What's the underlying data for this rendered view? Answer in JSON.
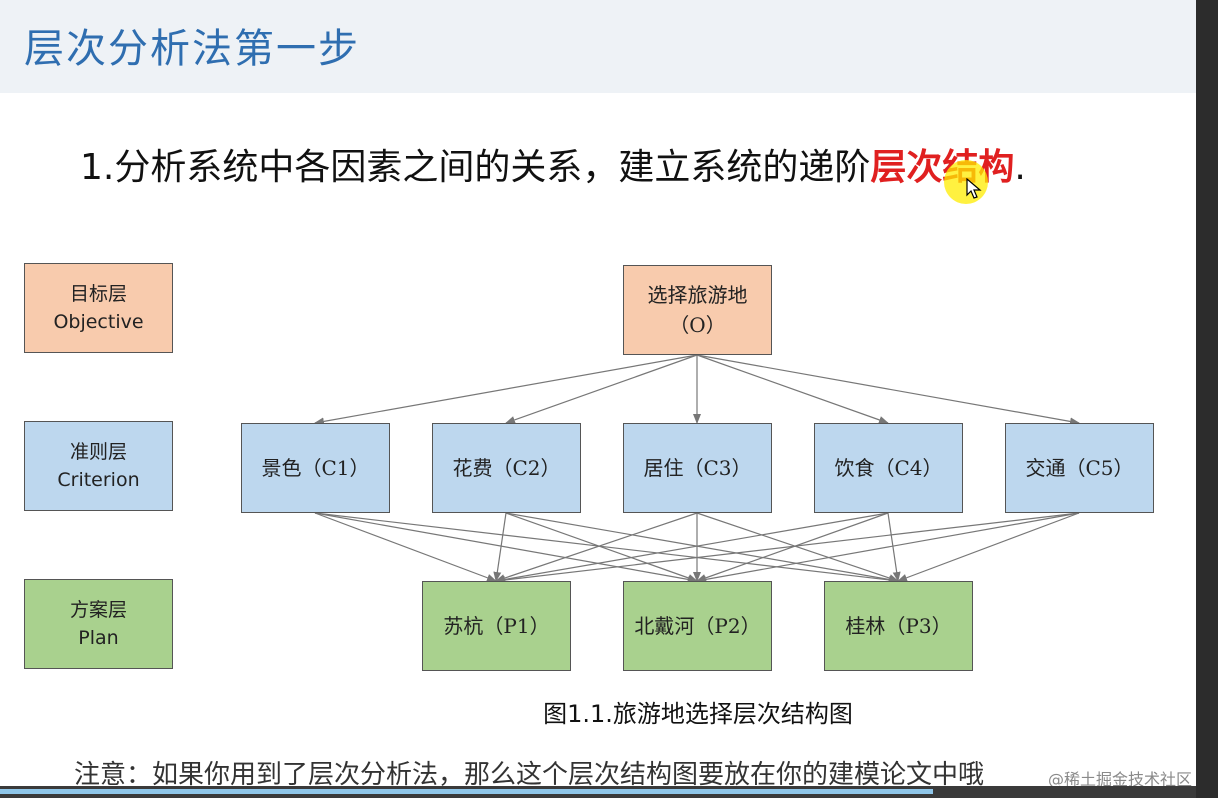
{
  "slide": {
    "title": "层次分析法第一步",
    "headline_main": "1.分析系统中各因素之间的关系，建立系统的递阶",
    "headline_accent": "层次结构",
    "headline_end": ".",
    "caption": "图1.1.旅游地选择层次结构图",
    "note": "注意：如果你用到了层次分析法，那么这个层次结构图要放在你的建模论文中哦",
    "watermark": "@稀土掘金技术社区"
  },
  "layers": [
    {
      "name_cn": "目标层",
      "name_en": "Objective",
      "color": "#f8cbad"
    },
    {
      "name_cn": "准则层",
      "name_en": "Criterion",
      "color": "#bdd7ee"
    },
    {
      "name_cn": "方案层",
      "name_en": "Plan",
      "color": "#a9d18e"
    }
  ],
  "diagram": {
    "objective": {
      "label": "选择旅游地",
      "code": "（O）"
    },
    "criteria": [
      {
        "label": "景色（C1）"
      },
      {
        "label": "花费（C2）"
      },
      {
        "label": "居住（C3）"
      },
      {
        "label": "饮食（C4）"
      },
      {
        "label": "交通（C5）"
      }
    ],
    "plans": [
      {
        "label": "苏杭（P1）"
      },
      {
        "label": "北戴河（P2）"
      },
      {
        "label": "桂林（P3）"
      }
    ],
    "edge_color": "#777777"
  },
  "video": {
    "progress_percent": 78
  }
}
